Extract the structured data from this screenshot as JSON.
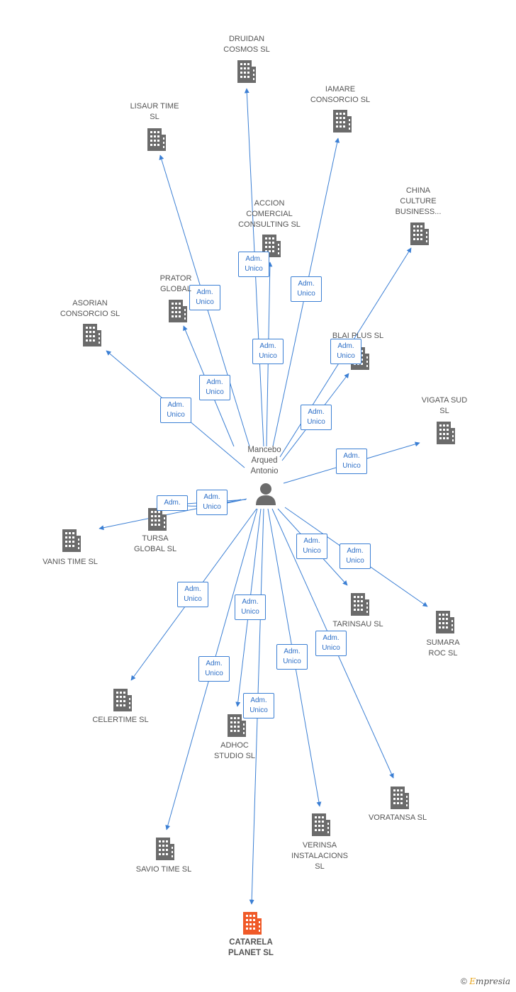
{
  "center": {
    "name": "Mancebo\nArqued\nAntonio"
  },
  "companies": [
    {
      "id": "druidan",
      "name": "DRUIDAN\nCOSMOS SL",
      "role": "Adm.\nUnico",
      "highlight": false
    },
    {
      "id": "iamare",
      "name": "IAMARE\nCONSORCIO SL",
      "role": "Adm.\nUnico",
      "highlight": false
    },
    {
      "id": "lisaur",
      "name": "LISAUR TIME\nSL",
      "role": "Adm.\nUnico",
      "highlight": false
    },
    {
      "id": "accion",
      "name": "ACCION\nCOMERCIAL\nCONSULTING SL",
      "role": "Adm.\nUnico",
      "highlight": false
    },
    {
      "id": "china",
      "name": "CHINA\nCULTURE\nBUSINESS...",
      "role": "Adm.\nUnico",
      "highlight": false
    },
    {
      "id": "prator",
      "name": "PRATOR\nGLOBAL",
      "role": "Adm.\nUnico",
      "highlight": false
    },
    {
      "id": "asorian",
      "name": "ASORIAN\nCONSORCIO SL",
      "role": "Adm.\nUnico",
      "highlight": false
    },
    {
      "id": "blai",
      "name": "BLAI PLUS  SL",
      "role": "Adm.\nUnico",
      "highlight": false
    },
    {
      "id": "vigata",
      "name": "VIGATA SUD\nSL",
      "role": "Adm.\nUnico",
      "highlight": false
    },
    {
      "id": "tursa",
      "name": "TURSA\nGLOBAL SL",
      "role": "Adm.\nUnico",
      "highlight": false
    },
    {
      "id": "vanis",
      "name": "VANIS TIME SL",
      "role": "Adm.",
      "highlight": false
    },
    {
      "id": "tarinsau",
      "name": "TARINSAU SL",
      "role": "Adm.\nUnico",
      "highlight": false
    },
    {
      "id": "sumara",
      "name": "SUMARA\nROC SL",
      "role": "Adm.\nUnico",
      "highlight": false
    },
    {
      "id": "celertime",
      "name": "CELERTIME SL",
      "role": "Adm.\nUnico",
      "highlight": false
    },
    {
      "id": "adhoc",
      "name": "ADHOC\nSTUDIO SL",
      "role": "Adm.\nUnico",
      "highlight": false
    },
    {
      "id": "voratansa",
      "name": "VORATANSA SL",
      "role": "Adm.\nUnico",
      "highlight": false
    },
    {
      "id": "savio",
      "name": "SAVIO TIME  SL",
      "role": "Adm.\nUnico",
      "highlight": false
    },
    {
      "id": "verinsa",
      "name": "VERINSA\nINSTALACIONS\nSL",
      "role": "Adm.\nUnico",
      "highlight": false
    },
    {
      "id": "catarela",
      "name": "CATARELA\nPLANET SL",
      "role": "Adm.\nUnico",
      "highlight": true
    }
  ],
  "colors": {
    "edge": "#3b7fd4",
    "building": "#6b6b6b",
    "building_highlight": "#f05a28",
    "person": "#6b6b6b"
  },
  "footer": {
    "copyright": "©",
    "brand_first": "E",
    "brand_rest": "mpresia"
  }
}
